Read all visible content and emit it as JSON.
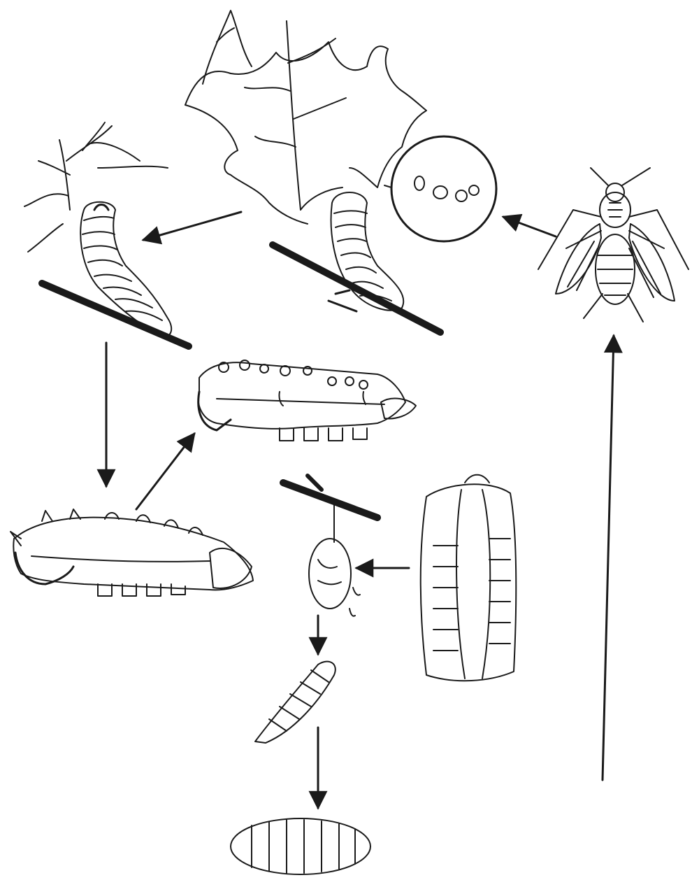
{
  "figure": {
    "stages": [
      {
        "id": "host-plant-with-caterpillar",
        "kind": "host plant bearing caterpillar"
      },
      {
        "id": "eggs",
        "kind": "eggs (magnified)"
      },
      {
        "id": "adult-fly",
        "kind": "adult fly"
      },
      {
        "id": "caterpillar-on-twig",
        "kind": "parasitized caterpillar"
      },
      {
        "id": "caterpillar-with-eggs",
        "kind": "caterpillar with attached eggs"
      },
      {
        "id": "larva-on-caterpillar",
        "kind": "caterpillar with emerging larvae"
      },
      {
        "id": "cocoon",
        "kind": "cocoon on twig"
      },
      {
        "id": "split-pupal-case",
        "kind": "opened pupal case"
      },
      {
        "id": "maggot",
        "kind": "maggot"
      },
      {
        "id": "puparium",
        "kind": "puparium"
      }
    ],
    "colors": {
      "ink": "#1a1a1a",
      "paper": "#ffffff"
    }
  }
}
